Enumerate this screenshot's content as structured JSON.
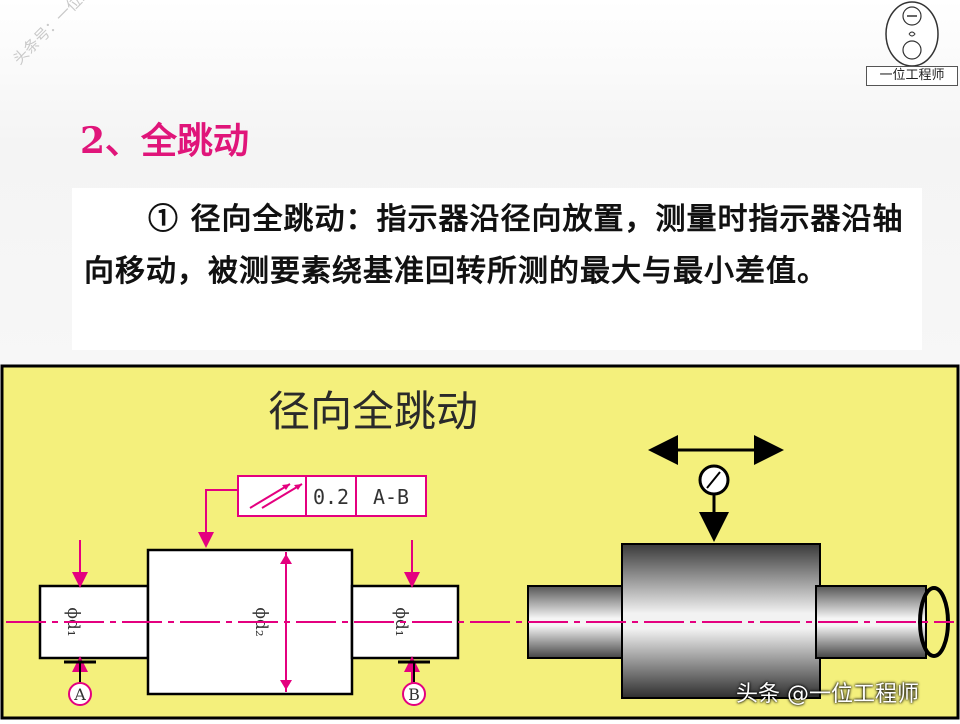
{
  "watermark": "头条号：一位工程师",
  "logo": {
    "caption": "一位工程师"
  },
  "heading": "2、全跳动",
  "paragraph": "① 径向全跳动：指示器沿径向放置，测量时指示器沿轴向移动，被测要素绕基准回转所测的最大与最小差值。",
  "figure": {
    "title": "径向全跳动",
    "tolerance_value": "0.2",
    "datum_ref": "A-B",
    "dim_left": "ϕd₁",
    "dim_center": "ϕd₂",
    "dim_right": "ϕd₁",
    "datum_a": "A",
    "datum_b": "B"
  },
  "credit": "头条 @一位工程师",
  "colors": {
    "heading": "#e0157a",
    "figure_bg": "#f4f07c",
    "magenta_line": "#e4007f"
  }
}
